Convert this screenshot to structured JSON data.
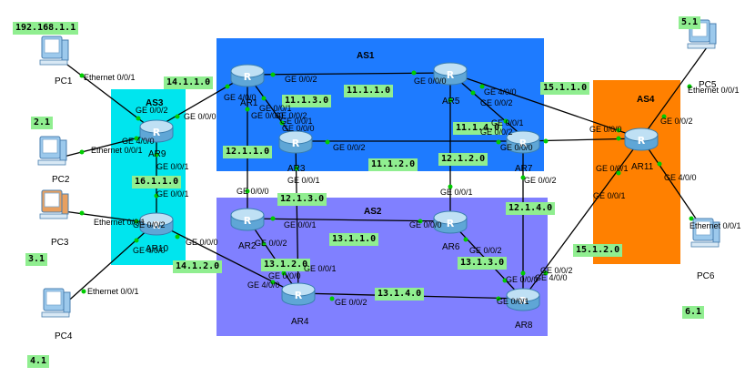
{
  "areas": [
    {
      "id": "AS1",
      "label": "AS1",
      "color": "#1e7bff"
    },
    {
      "id": "AS2",
      "label": "AS2",
      "color": "#8080ff"
    },
    {
      "id": "AS3",
      "label": "AS3",
      "color": "#00e5ee"
    },
    {
      "id": "AS4",
      "label": "AS4",
      "color": "#ff8000"
    }
  ],
  "routers": [
    "AR1",
    "AR2",
    "AR3",
    "AR4",
    "AR5",
    "AR6",
    "AR7",
    "AR8",
    "AR9",
    "AR10",
    "AR11"
  ],
  "pcs": [
    "PC1",
    "PC2",
    "PC3",
    "PC4",
    "PC5",
    "PC6"
  ],
  "networks": [
    "192.168.1.1",
    "2.1",
    "3.1",
    "4.1",
    "5.1",
    "6.1",
    "14.1.1.0",
    "11.1.3.0",
    "11.1.1.0",
    "11.1.4.0",
    "15.1.1.0",
    "12.1.1.0",
    "11.1.2.0",
    "12.1.2.0",
    "16.1.1.0",
    "12.1.3.0",
    "12.1.4.0",
    "13.1.1.0",
    "13.1.2.0",
    "14.1.2.0",
    "13.1.3.0",
    "15.1.2.0",
    "13.1.4.0"
  ],
  "ports": [
    "Ethernet 0/0/1",
    "GE 0/0/2",
    "GE 0/0/0",
    "GE 4/0/0",
    "Ethernet 0/0/1",
    "GE 0/0/1",
    "GE 0/0/1",
    "Ethernet 0/0/1",
    "GE 0/0/2",
    "GE 4/0/0",
    "GE 0/0/0",
    "Ethernet 0/0/1",
    "GE 4/0/0",
    "GE 0/0/1",
    "GE 0/0/0",
    "GE 0/0/2",
    "GE 0/0/2",
    "GE 0/0/1",
    "GE 0/0/0",
    "GE 0/0/2",
    "GE 4/0/0",
    "GE 0/0/2",
    "GE 0/0/1",
    "GE 0/0/0",
    "GE 0/0/1",
    "GE 0/0/2",
    "GE 0/0/0",
    "GE 0/0/2",
    "GE 4/0/0",
    "GE 0/0/1",
    "Ethernet 0/0/1",
    "GE 0/0/0",
    "GE 0/0/1",
    "GE 0/0/2",
    "GE 0/0/0",
    "GE 4/0/0",
    "GE 0/0/1",
    "GE 0/0/2",
    "GE 0/0/0",
    "GE 0/0/1",
    "GE 0/0/0",
    "GE 0/0/2",
    "GE 0/0/2",
    "GE 0/0/0",
    "GE 4/0/0",
    "GE 0/0/1",
    "Ethernet 0/0/1",
    "GE 0/0/1",
    "GE 0/0/2"
  ]
}
